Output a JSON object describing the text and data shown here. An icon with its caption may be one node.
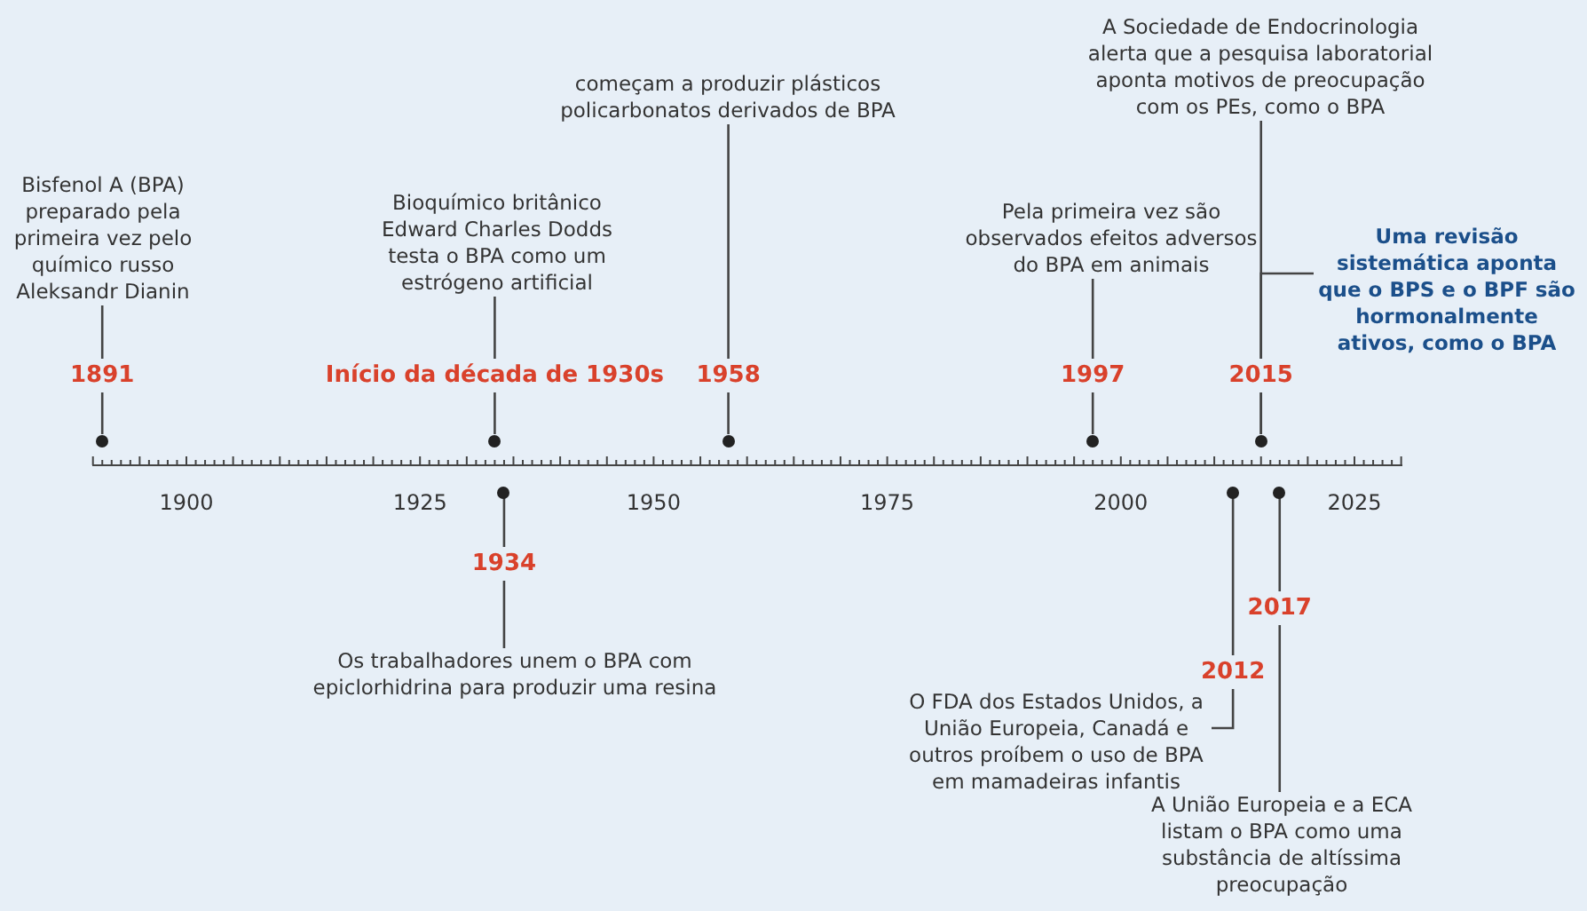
{
  "diagram": {
    "nodes": [
      {
        "text": [
          "Bisfenol A (BPA) preparado pela primeira vez pelo químico russo Aleksandr Dianin"
        ]
      },
      {
        "text": [],
        "shape": "circle"
      },
      {
        "text": [
          "Bioquímico britânico Edward Charles Dodds testa o BPA como um estrógeno artificial"
        ]
      },
      {
        "text": [],
        "shape": "circle"
      },
      {
        "text": [
          "começam a produzir plásticos policarbonatos derivados de BPA"
        ]
      },
      {
        "text": [],
        "shape": "circle"
      },
      {
        "text": [
          "Pela primeira vez são observados efeitos adversos do BPA em animais"
        ]
      },
      {
        "text": [],
        "shape": "circle"
      },
      {
        "text": [
          "A Sociedade de Endocrinologia alerta que a pesquisa laboratorial aponta motivos de preocupação com os PEs, como o BPA"
        ]
      },
      {
        "text": [],
        "shape": "circle"
      },
      {
        "text": [
          "Uma revisão sistemática aponta que o BPS e o BPF são hormonalmente ativos, como o BPA"
        ]
      },
      {
        "text": [],
        "shape": "circle"
      },
      {
        "text": [
          "Os trabalhadores unem o BPA com epiclorhidrina para produzir uma resina"
        ]
      },
      {
        "text": [],
        "shape": "circle"
      },
      {
        "text": [
          "O FDA dos Estados Unidos, a União Europeia, Canadá e outros proíbem o uso de BPA em mamadeiras infantis"
        ]
      },
      {
        "text": [],
        "shape": "circle"
      },
      {
        "text": [
          "A União Europeia e a ECA listam o BPA como uma substância de altíssima preocupação"
        ]
      }
    ],
    "edges": [
      {
        "from": 0,
        "to": 1,
        "arrow": "none"
      },
      {
        "from": 2,
        "to": 3,
        "arrow": "none"
      },
      {
        "from": 4,
        "to": 5,
        "arrow": "none"
      },
      {
        "from": 6,
        "to": 7,
        "arrow": "none"
      },
      {
        "from": 8,
        "to": 9,
        "arrow": "none"
      },
      {
        "from": 10,
        "to": 9,
        "arrow": "none"
      },
      {
        "from": 12,
        "to": 11,
        "arrow": "none"
      },
      {
        "from": 14,
        "to": 13,
        "arrow": "none"
      },
      {
        "from": 16,
        "to": 15,
        "arrow": "none"
      }
    ],
    "labels": [
      "1891",
      "Início da década de 1930s",
      "1958",
      "1997",
      "2015",
      "1900",
      "1925",
      "1950",
      "1975",
      "2000",
      "2025",
      "1934",
      "2017",
      "2012"
    ]
  }
}
